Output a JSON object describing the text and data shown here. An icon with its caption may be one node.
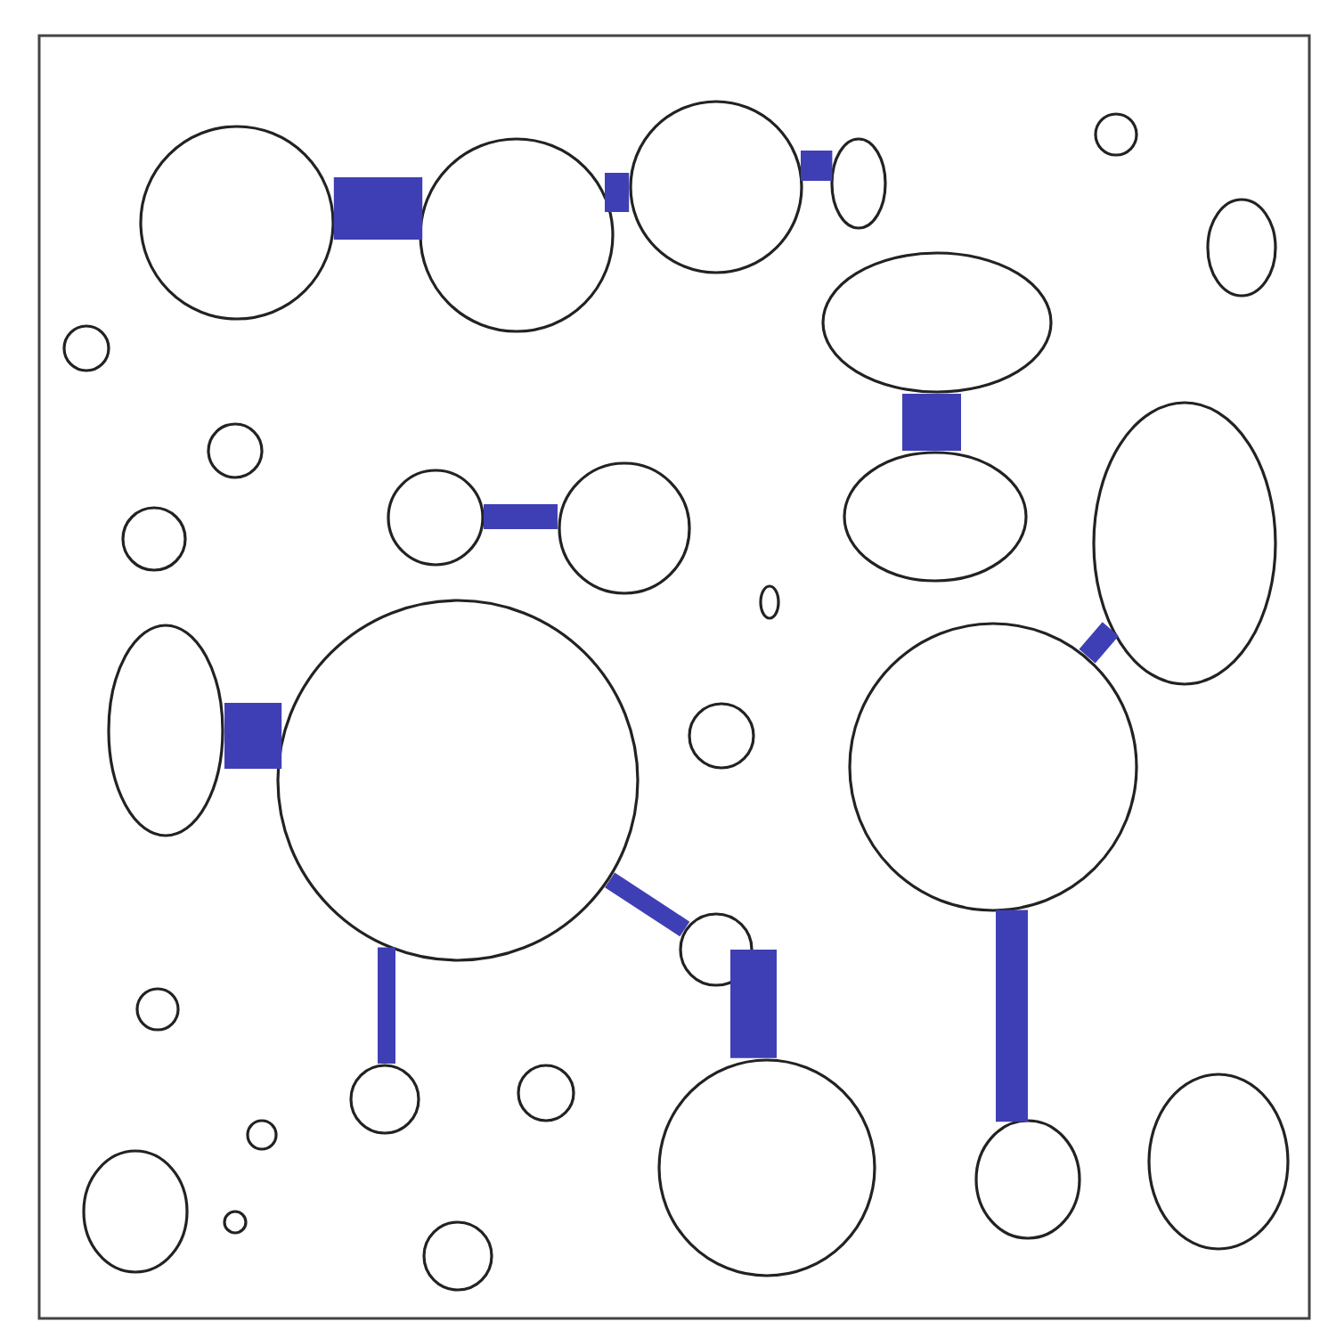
{
  "diagram": {
    "nodes": [
      {
        "text": [],
        "shape": "circle"
      },
      {
        "text": [],
        "shape": "circle"
      },
      {
        "text": [],
        "shape": "circle"
      },
      {
        "text": [],
        "shape": "ellipse"
      },
      {
        "text": [],
        "shape": "circle"
      },
      {
        "text": [],
        "shape": "ellipse"
      },
      {
        "text": [],
        "shape": "circle"
      },
      {
        "text": [],
        "shape": "ellipse"
      },
      {
        "text": [],
        "shape": "circle"
      },
      {
        "text": [],
        "shape": "circle"
      },
      {
        "text": [],
        "shape": "circle"
      },
      {
        "text": [],
        "shape": "circle"
      },
      {
        "text": [],
        "shape": "ellipse"
      },
      {
        "text": [],
        "shape": "ellipse"
      },
      {
        "text": [],
        "shape": "ellipse"
      },
      {
        "text": [],
        "shape": "ellipse"
      },
      {
        "text": [],
        "shape": "circle"
      },
      {
        "text": [],
        "shape": "circle"
      },
      {
        "text": [],
        "shape": "circle"
      },
      {
        "text": [],
        "shape": "circle"
      },
      {
        "text": [],
        "shape": "circle"
      },
      {
        "text": [],
        "shape": "circle"
      },
      {
        "text": [],
        "shape": "circle"
      },
      {
        "text": [],
        "shape": "circle"
      },
      {
        "text": [],
        "shape": "ellipse"
      },
      {
        "text": [],
        "shape": "circle"
      },
      {
        "text": [],
        "shape": "circle"
      },
      {
        "text": [],
        "shape": "circle"
      },
      {
        "text": [],
        "shape": "ellipse"
      },
      {
        "text": [],
        "shape": "ellipse"
      }
    ],
    "edges": [
      {
        "from": 0,
        "to": 1,
        "arrow": "none",
        "style": "thick"
      },
      {
        "from": 1,
        "to": 2,
        "arrow": "none"
      },
      {
        "from": 2,
        "to": 3,
        "arrow": "none"
      },
      {
        "from": 7,
        "to": 13,
        "arrow": "none",
        "style": "thick"
      },
      {
        "from": 10,
        "to": 11,
        "arrow": "none"
      },
      {
        "from": 15,
        "to": 16,
        "arrow": "none",
        "style": "thick"
      },
      {
        "from": 14,
        "to": 18,
        "arrow": "none"
      },
      {
        "from": 16,
        "to": 20,
        "arrow": "none"
      },
      {
        "from": 20,
        "to": 27,
        "arrow": "none"
      },
      {
        "from": 16,
        "to": 21,
        "arrow": "none"
      },
      {
        "from": 18,
        "to": 28,
        "arrow": "none"
      }
    ]
  }
}
